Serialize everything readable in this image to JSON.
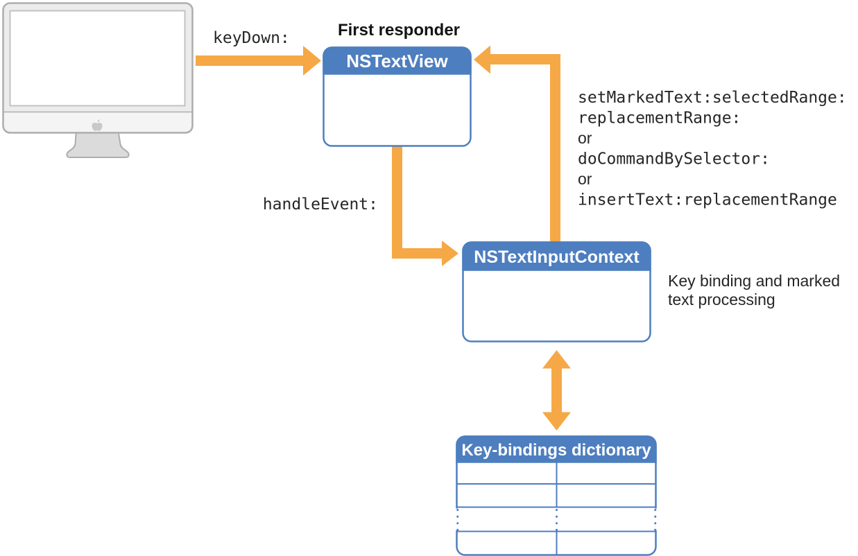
{
  "diagram": {
    "description": "Cocoa text input key-event flow diagram"
  },
  "colors": {
    "accent_orange": "#F5A845",
    "node_blue": "#4D7EBF",
    "text_dark": "#262626"
  },
  "labels": {
    "first_responder": "First responder",
    "key_down": "keyDown:",
    "handle_event": "handleEvent:",
    "return_methods": [
      "setMarkedText:selectedRange:",
      "replacementRange:",
      "or",
      "doCommandBySelector:",
      "or",
      "insertText:replacementRange"
    ],
    "note_lines": [
      "Key binding and marked",
      "text processing"
    ]
  },
  "nodes": {
    "text_view": {
      "title": "NSTextView"
    },
    "input_context": {
      "title": "NSTextInputContext"
    },
    "key_bindings": {
      "title": "Key-bindings dictionary"
    }
  },
  "icons": {
    "monitor": "imac-display-icon",
    "apple_logo": "apple-logo-icon",
    "arrows": [
      "keydown-arrow",
      "handleevent-arrow",
      "return-methods-arrow",
      "keybindings-bidirectional-arrow"
    ]
  }
}
